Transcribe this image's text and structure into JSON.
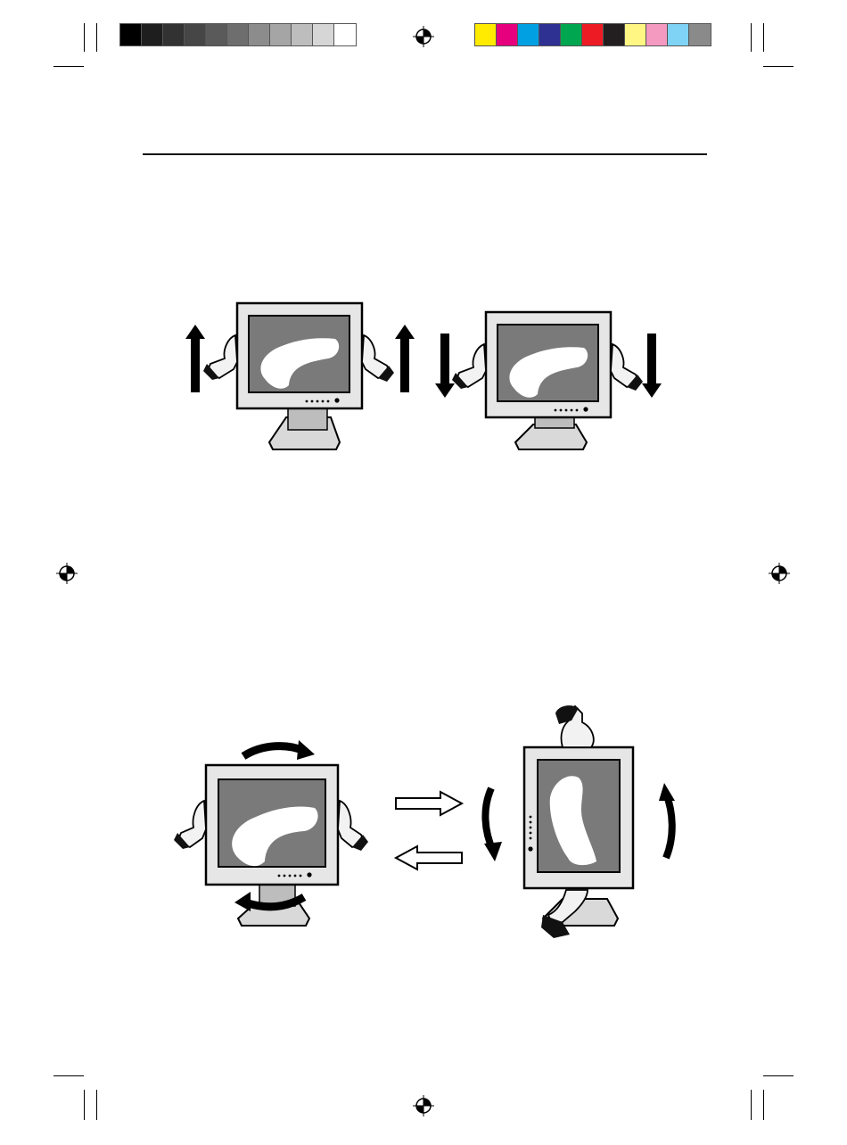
{
  "color_bars": {
    "grayscale": [
      "#000000",
      "#1e1e1e",
      "#323232",
      "#464646",
      "#5a5a5a",
      "#6e6e6e",
      "#8c8c8c",
      "#a5a5a5",
      "#bdbdbd",
      "#d6d6d6",
      "#ffffff"
    ],
    "process": [
      "#ffeb00",
      "#e6007e",
      "#00a0e3",
      "#2e3191",
      "#00a650",
      "#ed1c24",
      "#231f20",
      "#fff684",
      "#f49ac1",
      "#7fd3f5",
      "#8a8a8a"
    ]
  },
  "illustrations": [
    {
      "name": "monitor-raise",
      "description_icon": "monitor-height-up-icon"
    },
    {
      "name": "monitor-lower",
      "description_icon": "monitor-height-down-icon"
    },
    {
      "name": "monitor-swivel",
      "description_icon": "monitor-swivel-icon"
    },
    {
      "name": "monitor-pivot",
      "description_icon": "monitor-pivot-icon"
    }
  ]
}
